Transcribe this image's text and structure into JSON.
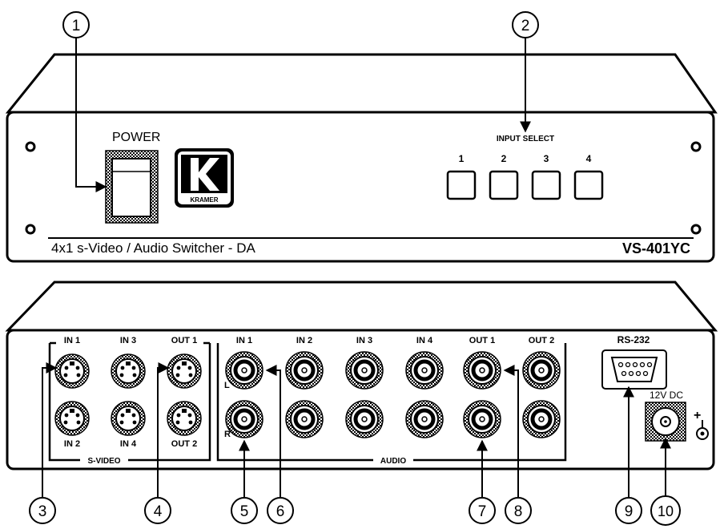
{
  "front": {
    "power_label": "POWER",
    "logo_text": "KRAMER",
    "input_select_label": "INPUT SELECT",
    "buttons": [
      "1",
      "2",
      "3",
      "4"
    ],
    "model_description": "4x1 s-Video / Audio Switcher - DA",
    "model_name": "VS-401YC"
  },
  "rear": {
    "svideo_labels": {
      "in1": "IN 1",
      "in3": "IN 3",
      "out1": "OUT 1",
      "in2": "IN 2",
      "in4": "IN 4",
      "out2": "OUT 2"
    },
    "svideo_group_label": "S-VIDEO",
    "audio_columns": [
      "IN 1",
      "IN 2",
      "IN 3",
      "IN 4",
      "OUT 1",
      "OUT 2"
    ],
    "audio_row_left": "L",
    "audio_row_right": "R",
    "audio_group_label": "AUDIO",
    "rs232_label": "RS-232",
    "power_in_label": "12V DC",
    "polarity_label": "+"
  },
  "callouts": [
    "1",
    "2",
    "3",
    "4",
    "5",
    "6",
    "7",
    "8",
    "9",
    "10"
  ]
}
